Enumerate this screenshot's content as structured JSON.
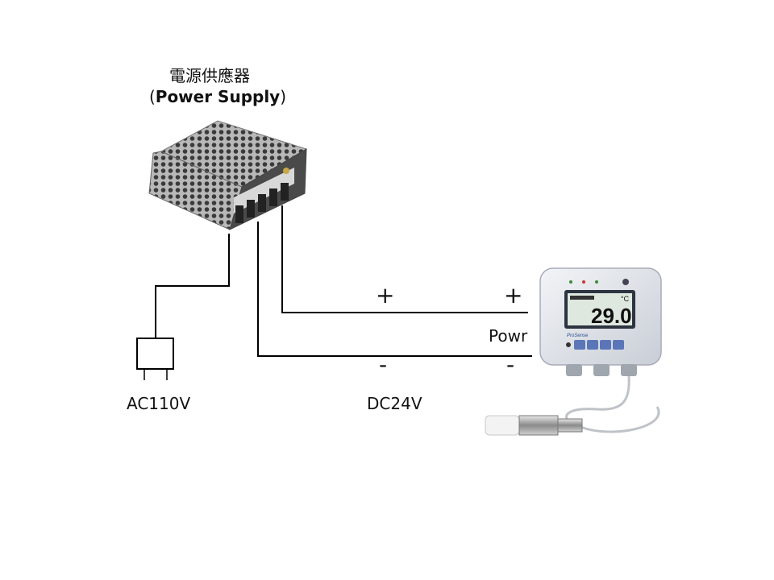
{
  "power_supply": {
    "title_cn": "電源供應器",
    "paren_open": "(",
    "title_en": "Power Supply",
    "paren_close": ")"
  },
  "labels": {
    "ac": "AC110V",
    "dc": "DC24V",
    "powr": "Powr",
    "plus_left": "+",
    "plus_right": "+",
    "minus_left": "-",
    "minus_right": "-"
  },
  "device": {
    "reading": "29.0",
    "unit": "°C",
    "brand": "ProSense"
  }
}
